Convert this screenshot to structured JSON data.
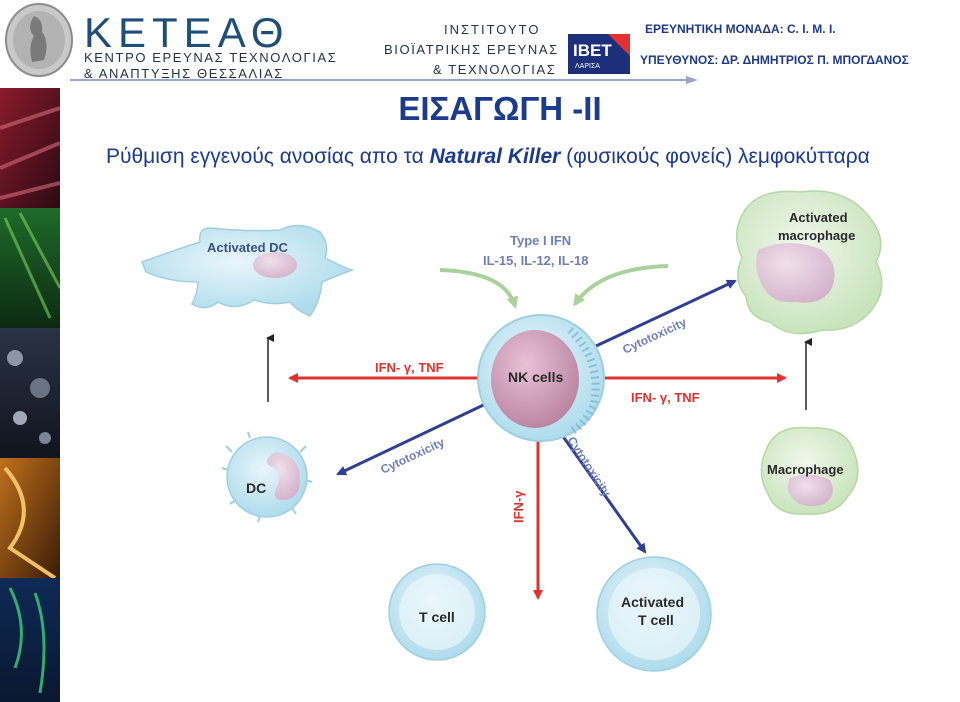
{
  "header": {
    "org_mark": "ΚΕΤΕΑΘ",
    "org_line1": "ΚΕΝΤΡΟ ΕΡΕΥΝΑΣ ΤΕΧΝΟΛΟΓΙΑΣ",
    "org_line2": "& ΑΝΑΠΤΥΞΗΣ ΘΕΣΣΑΛΙΑΣ",
    "institute_line1": "ΙΝΣΤΙΤΟΥΤΟ",
    "institute_line2": "ΒΙΟΪΑΤΡΙΚΗΣ ΕΡΕΥΝΑΣ",
    "institute_line3": "& ΤΕΧΝΟΛΟΓΙΑΣ",
    "ibet_logo": "IBET",
    "ibet_logo_sub": "ΛΑΡΙΣΑ",
    "unit": "ΕΡΕΥΝΗΤΙΚΗ ΜΟΝΑΔΑ: C. I. M. I.",
    "head": "ΥΠΕΥΘΥΝΟΣ: ΔΡ. ΔΗΜΗΤΡΙΟΣ Π. ΜΠΟΓΔΑΝΟΣ"
  },
  "slide": {
    "title": "ΕΙΣΑΓΩΓΗ -ΙΙ",
    "subtitle_pre": "Ρύθμιση εγγενούς ανοσίας απο τα ",
    "subtitle_bold": "Natural Killer",
    "subtitle_post": " (φυσικούς φονείς) λεμφοκύτταρα"
  },
  "diagram": {
    "cells": {
      "nk": "NK cells",
      "activated_dc": "Activated DC",
      "dc": "DC",
      "activated_macrophage_l1": "Activated",
      "activated_macrophage_l2": "macrophage",
      "macrophage": "Macrophage",
      "t_cell": "T cell",
      "activated_t_cell_l1": "Activated",
      "activated_t_cell_l2": "T cell"
    },
    "labels": {
      "type1_ifn": "Type I IFN",
      "interleukins": "IL-15, IL-12, IL-18",
      "ifn_tnf_left": "IFN- γ, TNF",
      "ifn_tnf_right": "IFN- γ, TNF",
      "cytotoxicity_upper_right": "Cytotoxicity",
      "cytotoxicity_lower_left": "Cytotoxicity",
      "cytotoxicity_lower_right": "Cytotoxicity",
      "ifn_gamma": "IFN-γ"
    },
    "colors": {
      "red_arrow": "#e0322f",
      "blue_arrow": "#2f3f93",
      "green_arrow": "#a8d29a",
      "label_blue": "#6d7fb4",
      "label_red": "#e0322f",
      "title_blue": "#1c3a8e"
    }
  }
}
